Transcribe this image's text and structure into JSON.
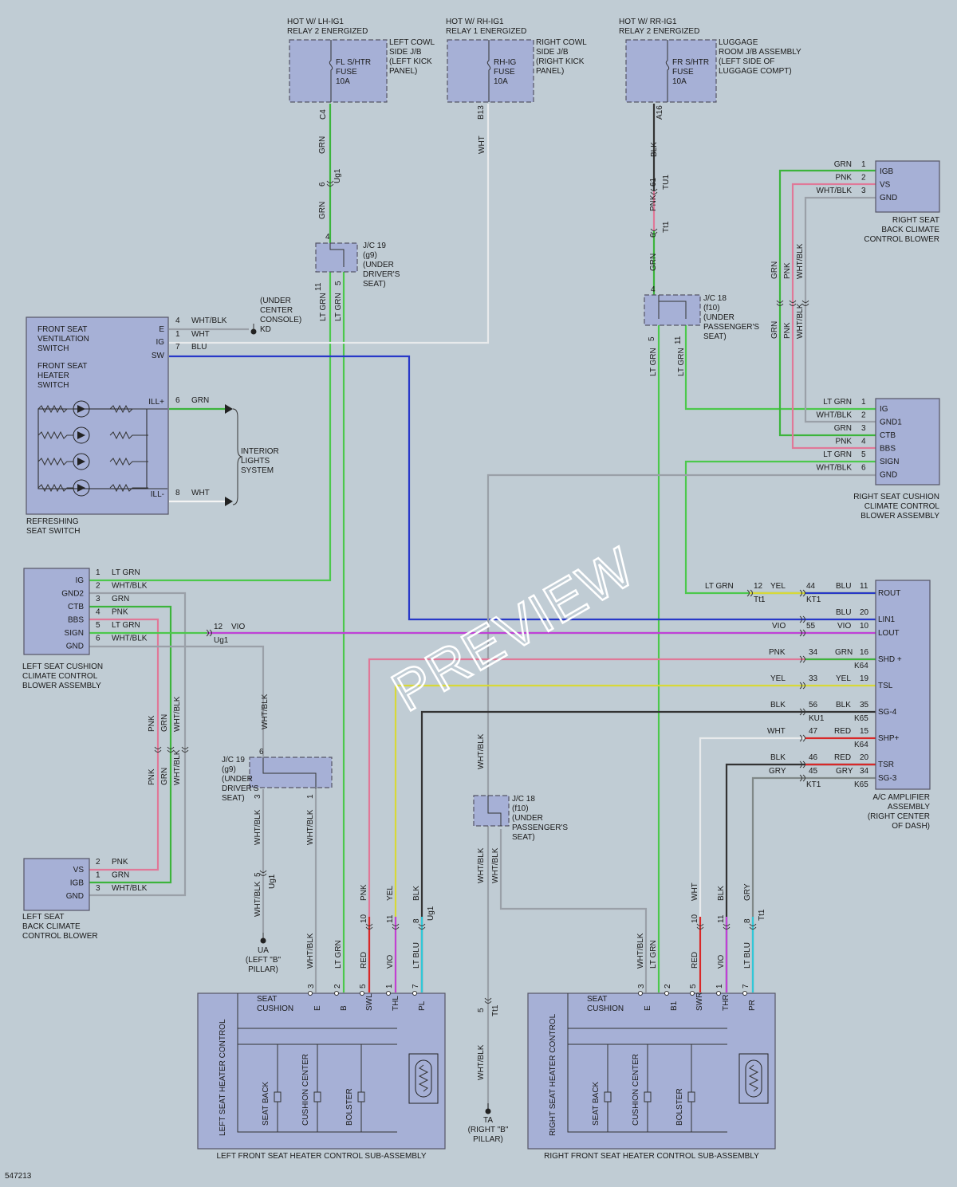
{
  "diagram_id": "547213",
  "watermark": "PREVIEW",
  "colors": {
    "grn": "#3cb43c",
    "ltgrn": "#4cc84c",
    "pnk": "#e07898",
    "blu": "#2838c8",
    "vio": "#c040d8",
    "yel": "#d8d838",
    "blk": "#333333",
    "wht": "#f0f0f0",
    "whtblk": "#9aa0a8",
    "red": "#d82828",
    "ltblu": "#30c8d8",
    "gry": "#808888"
  },
  "fuses": {
    "lh": {
      "title1": "HOT W/ LH-IG1",
      "title2": "RELAY 2 ENERGIZED",
      "name": [
        "FL S/HTR",
        "FUSE",
        "10A"
      ],
      "loc": [
        "LEFT COWL",
        "SIDE J/B",
        "(LEFT KICK",
        "PANEL)"
      ],
      "pin": "C4"
    },
    "rh": {
      "title1": "HOT W/ RH-IG1",
      "title2": "RELAY 1 ENERGIZED",
      "name": [
        "RH-IG",
        "FUSE",
        "10A"
      ],
      "loc": [
        "RIGHT COWL",
        "SIDE J/B",
        "(RIGHT KICK",
        "PANEL)"
      ],
      "pin": "B13"
    },
    "rr": {
      "title1": "HOT W/ RR-IG1",
      "title2": "RELAY 2 ENERGIZED",
      "name": [
        "FR S/HTR",
        "FUSE",
        "10A"
      ],
      "loc": [
        "LUGGAGE",
        "ROOM J/B ASSEMBLY",
        "(LEFT SIDE OF",
        "LUGGAGE COMPT)"
      ],
      "pin": "A16"
    }
  },
  "jc19_top": [
    "J/C 19",
    "(g9)",
    "(UNDER",
    "DRIVER'S",
    "SEAT)"
  ],
  "jc18_top": [
    "J/C 18",
    "(f10)",
    "(UNDER",
    "PASSENGER'S",
    "SEAT)"
  ],
  "jc19_bot": [
    "J/C 19",
    "(g9)",
    "(UNDER",
    "DRIVER'S",
    "SEAT)"
  ],
  "jc18_bot": [
    "J/C 18",
    "(f10)",
    "(UNDER",
    "PASSENGER'S",
    "SEAT)"
  ],
  "refreshing": {
    "title": [
      "FRONT SEAT",
      "VENTILATION",
      "SWITCH"
    ],
    "title2": [
      "FRONT SEAT",
      "HEATER",
      "SWITCH"
    ],
    "pins": [
      "E",
      "IG",
      "SW",
      "ILL+",
      "ILL-"
    ],
    "caption": [
      "REFRESHING",
      "SEAT SWITCH"
    ],
    "ground": [
      "(UNDER",
      "CENTER",
      "CONSOLE)",
      "KD"
    ],
    "lights": [
      "INTERIOR",
      "LIGHTS",
      "SYSTEM"
    ]
  },
  "left_cushion": {
    "pins": [
      "IG",
      "GND2",
      "CTB",
      "BBS",
      "SIGN",
      "GND"
    ],
    "caption": [
      "LEFT SEAT CUSHION",
      "CLIMATE CONTROL",
      "BLOWER ASSEMBLY"
    ]
  },
  "left_back": {
    "pins": [
      "VS",
      "IGB",
      "GND"
    ],
    "caption": [
      "LEFT SEAT",
      "BACK CLIMATE",
      "CONTROL BLOWER"
    ]
  },
  "right_back": {
    "pins": [
      "IGB",
      "VS",
      "GND"
    ],
    "caption": [
      "RIGHT SEAT",
      "BACK CLIMATE",
      "CONTROL BLOWER"
    ]
  },
  "right_cushion": {
    "pins": [
      "IG",
      "GND1",
      "CTB",
      "BBS",
      "SIGN",
      "GND"
    ],
    "caption": [
      "RIGHT SEAT CUSHION",
      "CLIMATE CONTROL",
      "BLOWER ASSEMBLY"
    ]
  },
  "amp": {
    "pins": [
      "ROUT",
      "LIN1",
      "LOUT",
      "SHD +",
      "TSL",
      "SG-4",
      "SHP+",
      "TSR",
      "SG-3"
    ],
    "caption": [
      "A/C AMPLIFIER",
      "ASSEMBLY",
      "(RIGHT CENTER",
      "OF DASH)"
    ]
  },
  "left_heater": {
    "title": "LEFT SEAT HEATER CONTROL",
    "pins": [
      "E",
      "B",
      "SWL",
      "THL",
      "PL"
    ],
    "pinnums": [
      "3",
      "2",
      "5",
      "1",
      "7"
    ],
    "sub": [
      "SEAT",
      "CUSHION"
    ],
    "elements": [
      "SEAT BACK",
      "CUSHION CENTER",
      "BOLSTER"
    ],
    "caption": "LEFT FRONT SEAT HEATER CONTROL SUB-ASSEMBLY"
  },
  "right_heater": {
    "title": "RIGHT SEAT HEATER CONTROL",
    "pins": [
      "E",
      "B1",
      "SWR",
      "THR",
      "PR"
    ],
    "pinnums": [
      "3",
      "2",
      "5",
      "1",
      "7"
    ],
    "sub": [
      "SEAT",
      "CUSHION"
    ],
    "elements": [
      "SEAT BACK",
      "CUSHION CENTER",
      "BOLSTER"
    ],
    "caption": "RIGHT FRONT SEAT HEATER CONTROL SUB-ASSEMBLY"
  },
  "grounds": {
    "ua": [
      "UA",
      "(LEFT \"B\"",
      "PILLAR)"
    ],
    "ta": [
      "TA",
      "(RIGHT \"B\"",
      "PILLAR)"
    ]
  }
}
